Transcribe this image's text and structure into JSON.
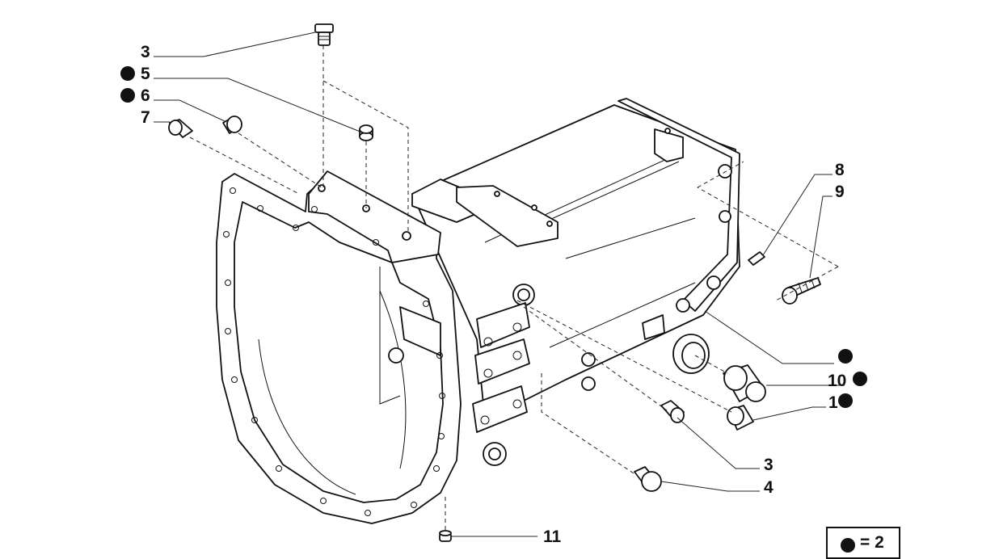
{
  "callouts": [
    {
      "id": "c3a",
      "label": "3",
      "marked": false
    },
    {
      "id": "c5",
      "label": "5",
      "marked": true
    },
    {
      "id": "c6",
      "label": "6",
      "marked": true
    },
    {
      "id": "c7",
      "label": "7",
      "marked": false
    },
    {
      "id": "c8",
      "label": "8",
      "marked": false
    },
    {
      "id": "c9",
      "label": "9",
      "marked": false
    },
    {
      "id": "cdot",
      "label": "",
      "marked": true
    },
    {
      "id": "c10",
      "label": "10",
      "marked": true
    },
    {
      "id": "c1",
      "label": "1",
      "marked": true
    },
    {
      "id": "c3b",
      "label": "3",
      "marked": false
    },
    {
      "id": "c4",
      "label": "4",
      "marked": false
    },
    {
      "id": "c11",
      "label": "11",
      "marked": false
    }
  ],
  "legend": {
    "text": "= 2"
  },
  "colors": {
    "ink": "#111111",
    "background": "#ffffff"
  }
}
